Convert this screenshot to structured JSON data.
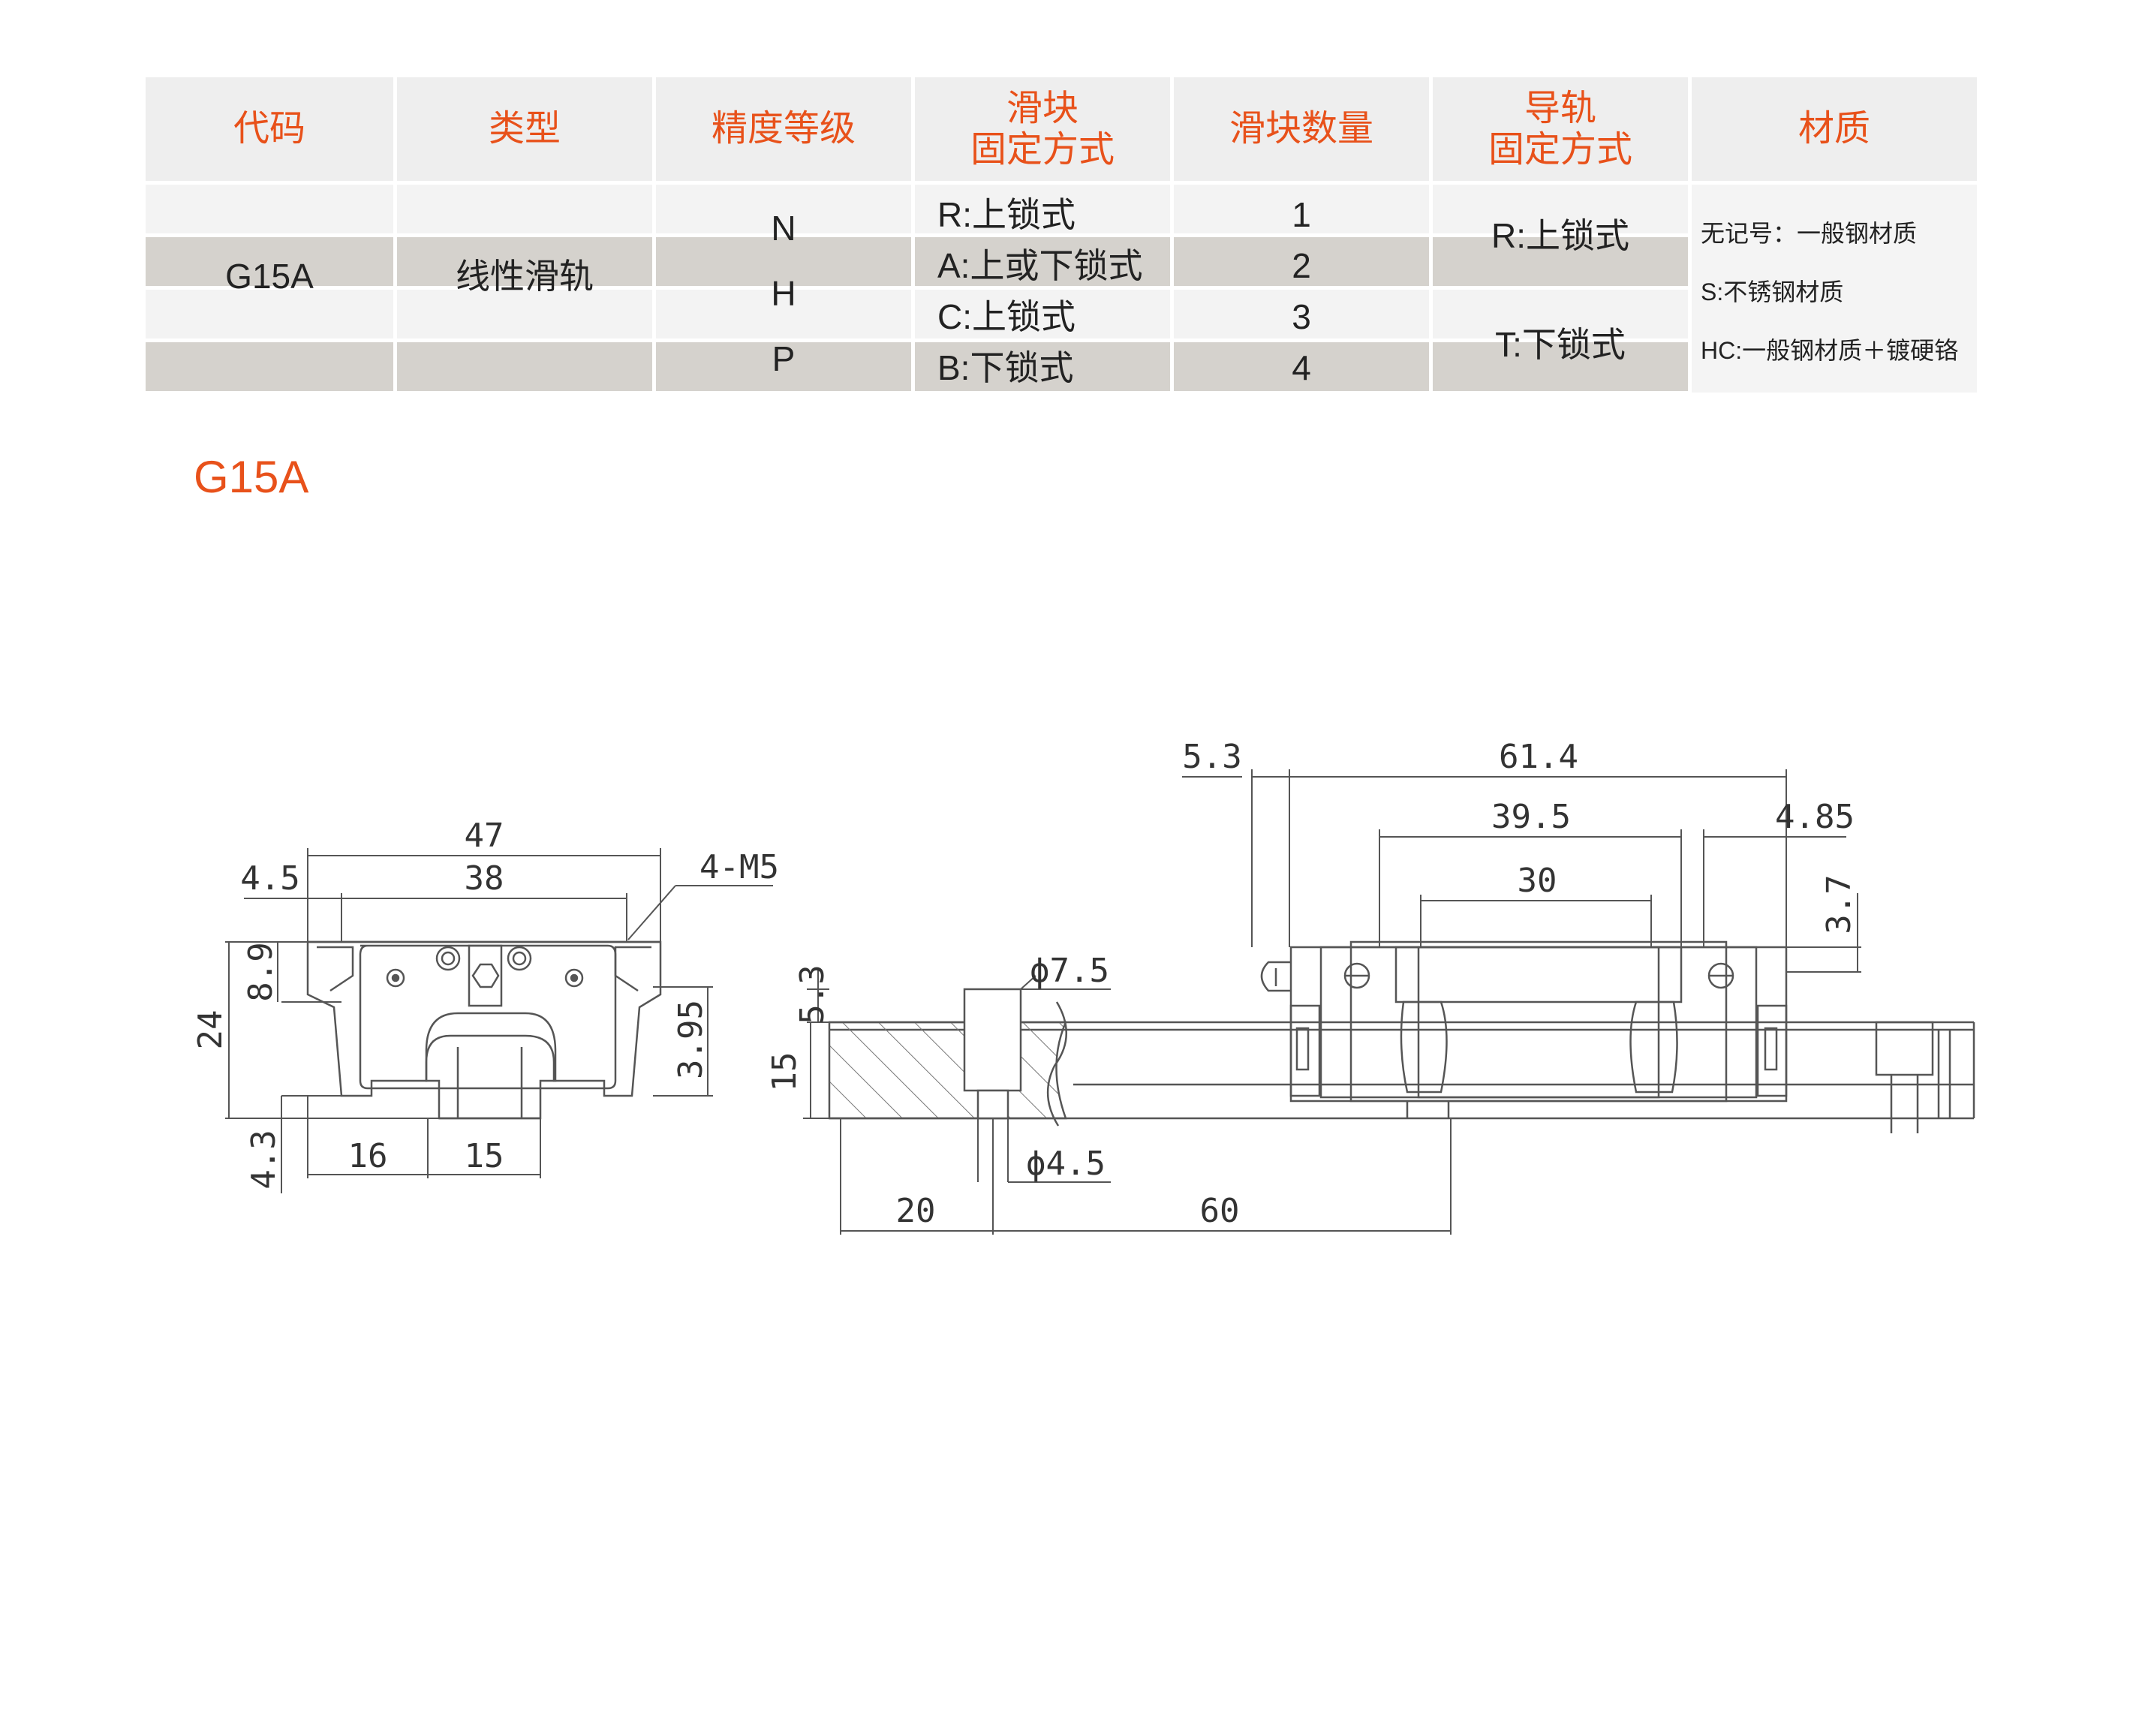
{
  "table": {
    "headers": [
      "代码",
      "类型",
      "精度等级",
      "滑块\n固定方式",
      "滑块数量",
      "导轨\n固定方式",
      "材质"
    ],
    "code": "G15A",
    "type": "线性滑轨",
    "precision": [
      "N",
      "H",
      "P"
    ],
    "slider_fixing": [
      "R:上锁式",
      "A:上或下锁式",
      "C:上锁式",
      "B:下锁式"
    ],
    "slider_count": [
      "1",
      "2",
      "3",
      "4"
    ],
    "rail_fixing": [
      "R:上锁式",
      "T:下锁式"
    ],
    "material": [
      "无记号：一般钢材质",
      "S:不锈钢材质",
      "HC:一般钢材质＋镀硬铬"
    ]
  },
  "model_title": "G15A",
  "front_view": {
    "dims": {
      "overall_width": "47",
      "hole_pitch": "38",
      "edge_offset": "4.5",
      "thread": "4-M5",
      "height_top": "8.9",
      "total_height": "24",
      "side_height": "3.95",
      "bottom_gap": "4.3",
      "side_to_rail": "16",
      "rail_width": "15"
    }
  },
  "side_view": {
    "dims": {
      "nipple_offset": "5.3",
      "body_length": "61.4",
      "end_length": "39.5",
      "end_offset": "4.85",
      "hole_pitch": "30",
      "top_offset": "3.7",
      "counterbore_top": "5.3",
      "counterbore_dia": "ϕ7.5",
      "rail_height": "15",
      "hole_dia": "ϕ4.5",
      "end_pitch": "20",
      "rail_pitch": "60"
    }
  },
  "colors": {
    "accent": "#e8511a",
    "header_bg": "#eeeeee",
    "band_grey": "#d5d2cd",
    "band_light": "#f3f3f3",
    "line": "#555555"
  }
}
